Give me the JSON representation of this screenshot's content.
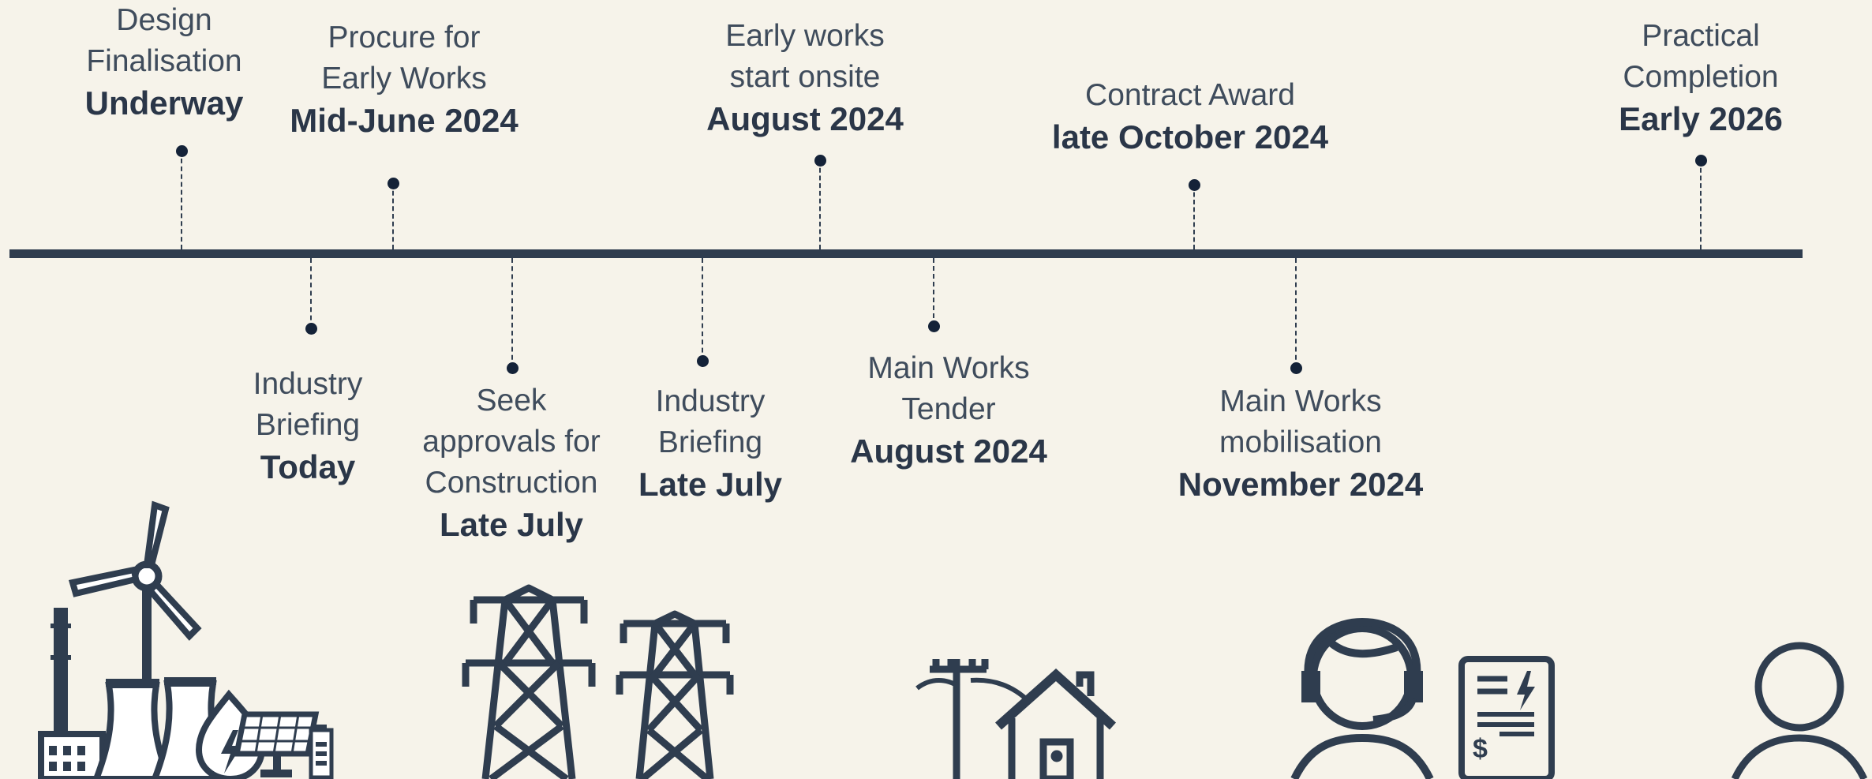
{
  "milestones": [
    {
      "lines": [
        "Design",
        "Finalisation"
      ],
      "date": "Underway"
    },
    {
      "lines": [
        "Procure for",
        "Early Works"
      ],
      "date": "Mid-June 2024"
    },
    {
      "lines": [
        "Early works",
        "start onsite"
      ],
      "date": "August 2024"
    },
    {
      "lines": [
        "Contract Award"
      ],
      "date": "late October 2024"
    },
    {
      "lines": [
        "Practical",
        "Completion"
      ],
      "date": "Early 2026"
    },
    {
      "lines": [
        "Industry",
        "Briefing"
      ],
      "date": "Today"
    },
    {
      "lines": [
        "Seek",
        "approvals for",
        "Construction"
      ],
      "date": "Late July"
    },
    {
      "lines": [
        "Industry",
        "Briefing"
      ],
      "date": "Late July"
    },
    {
      "lines": [
        "Main Works",
        "Tender"
      ],
      "date": "August 2024"
    },
    {
      "lines": [
        "Main Works",
        "mobilisation"
      ],
      "date": "November 2024"
    }
  ],
  "colors": {
    "background": "#f6f3ea",
    "line": "#2f3d4f",
    "dot": "#142238",
    "text": "#3f4c5c"
  },
  "icons": [
    "power-plant-icon",
    "transmission-tower-icon",
    "power-pole-house-icon",
    "support-agent-icon",
    "invoice-icon",
    "person-icon"
  ]
}
